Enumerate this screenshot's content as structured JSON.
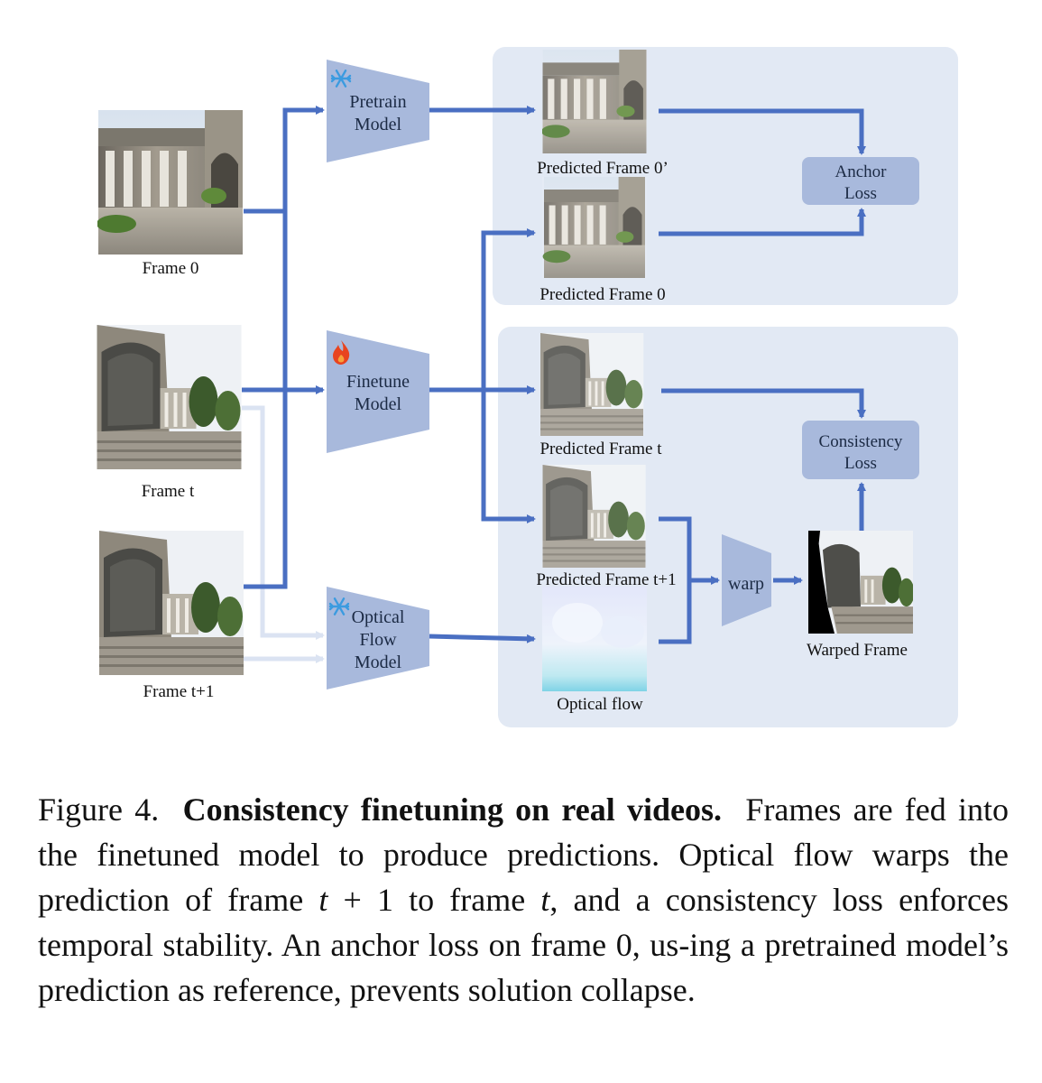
{
  "inputs": {
    "frame0": "Frame 0",
    "framet": "Frame t",
    "framet1": "Frame t+1"
  },
  "models": {
    "pretrain": [
      "Pretrain",
      "Model"
    ],
    "finetune": [
      "Finetune",
      "Model"
    ],
    "optical": [
      "Optical",
      "Flow",
      "Model"
    ],
    "warp": "warp"
  },
  "outputs": {
    "pred0p": "Predicted Frame 0’",
    "pred0": "Predicted Frame 0",
    "predt": "Predicted Frame t",
    "predt1": "Predicted Frame t+1",
    "flow": "Optical flow",
    "warped": "Warped Frame"
  },
  "losses": {
    "anchor": [
      "Anchor",
      "Loss"
    ],
    "consistency": [
      "Consistency",
      "Loss"
    ]
  },
  "caption": {
    "prefix": "Figure 4.",
    "title": "Consistency finetuning on real videos.",
    "s1": "Frames are fed into the finetuned model to produce predictions. Optical flow warps the prediction of frame",
    "t1": "t",
    "plus": "+ 1 to frame",
    "t2": "t",
    "s2": ", and a consistency loss enforces temporal stability. An anchor loss on frame 0, us-ing a pretrained model’s prediction as reference, prevents solution collapse."
  },
  "colors": {
    "arrow": "#4a6fc2",
    "arrow_light": "#dbe3f2",
    "panel": "#e2e9f4",
    "model": "#a8b9dc",
    "loss_box": "#a8b9dc",
    "snowflake": "#3b9be0",
    "flame": "#e8441f"
  },
  "icons": {
    "pretrain": "snowflake-icon",
    "finetune": "flame-icon",
    "optical": "snowflake-icon"
  }
}
